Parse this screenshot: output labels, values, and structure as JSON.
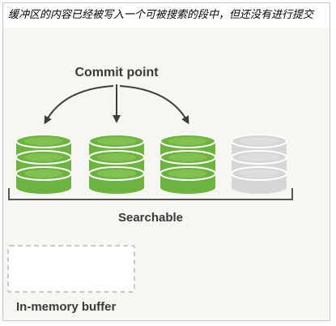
{
  "caption": "缓冲区的内容已经被写入一个可被搜索的段中，但还没有进行提交",
  "labels": {
    "commit_point": "Commit point",
    "searchable": "Searchable",
    "in_memory_buffer": "In-memory buffer"
  },
  "segments": [
    {
      "state": "searchable-committed",
      "color": "#6db33f"
    },
    {
      "state": "searchable-committed",
      "color": "#6db33f"
    },
    {
      "state": "searchable-committed",
      "color": "#6db33f"
    },
    {
      "state": "searchable-uncommitted",
      "color": "#d6d6d6"
    }
  ],
  "colors": {
    "arrow": "#3d3d3d",
    "bracket": "#555555",
    "green_highlight": "#8fcc5c",
    "gray_highlight": "#e6e6e6"
  }
}
